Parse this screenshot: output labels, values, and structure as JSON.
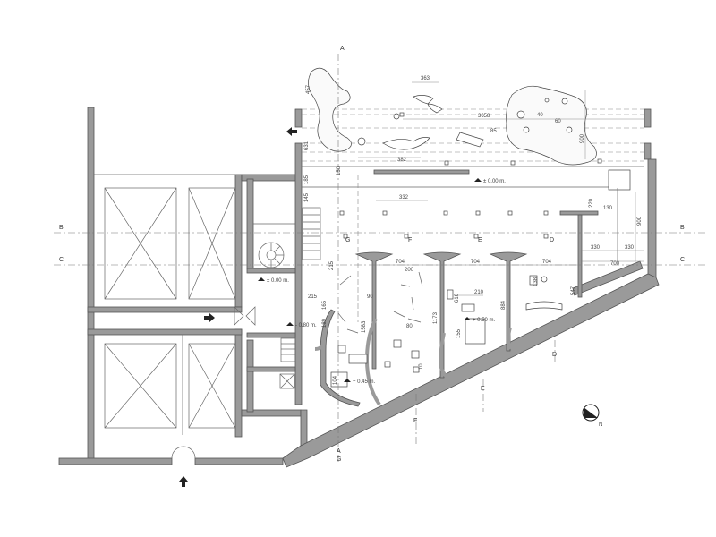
{
  "elevations": {
    "top": "± 0.00 m.",
    "left": "± 0.00 m.",
    "stairs": "- 0.80 m.",
    "center": "+ 0.50 m.",
    "low": "+ 0.45 m."
  },
  "sections": {
    "a_top": "A",
    "a_bottom": "A",
    "b_left": "B",
    "b_right": "B",
    "c_left": "C",
    "c_right": "C",
    "d": "D",
    "e": "E",
    "f": "F",
    "g": "G",
    "d_mid": "D",
    "e_mid": "E",
    "f_mid": "F",
    "g_mid": "G"
  },
  "dimensions": {
    "d457": "457",
    "d363": "363",
    "d3658": "3658",
    "d382": "382",
    "d631": "631",
    "d150": "150",
    "d85": "85",
    "d900a": "900",
    "d185": "185",
    "d145": "145",
    "d332": "332",
    "d220": "220",
    "d130": "130",
    "d900b": "900",
    "d330a": "330",
    "d330b": "330",
    "d700": "700",
    "d704a": "704",
    "d704b": "704",
    "d704c": "704",
    "d200": "200",
    "d215a": "215",
    "d215b": "215",
    "d90": "90",
    "d210": "210",
    "d610": "610",
    "d884": "884",
    "d547": "547",
    "d138": "138",
    "d1173": "1173",
    "d1583": "1583",
    "d155": "155",
    "d165": "165",
    "d189": "189",
    "d80": "80",
    "d110": "110",
    "d104": "104",
    "d60": "60",
    "d40": "40"
  },
  "north_label": "N",
  "colors": {
    "wall": "#9a9a9a",
    "line": "#666666",
    "background": "#ffffff"
  },
  "icons": [
    "entrance-arrow-icon",
    "north-arrow-icon",
    "spiral-stair-icon",
    "straight-stair-icon",
    "elevator-icon"
  ]
}
